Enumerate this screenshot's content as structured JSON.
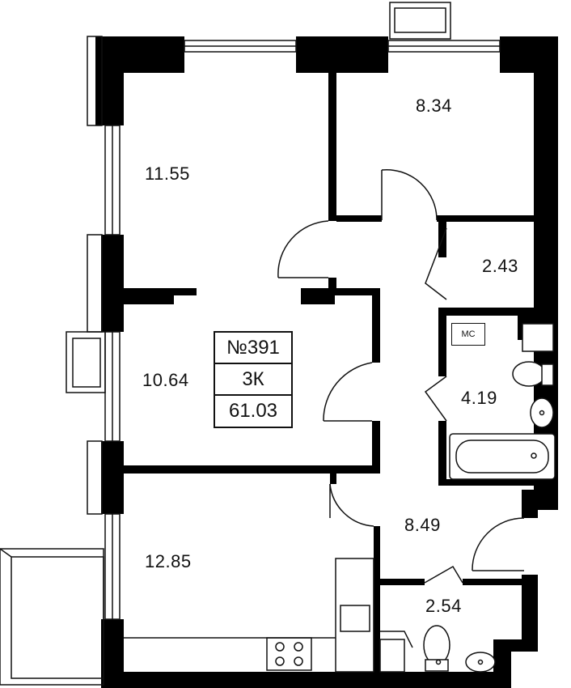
{
  "apartment": {
    "number": "№391",
    "type": "3К",
    "total_area": "61.03"
  },
  "rooms": {
    "bedroom_top_left": "11.55",
    "bedroom_top_right": "8.34",
    "storage": "2.43",
    "bedroom_middle": "10.64",
    "bathroom": "4.19",
    "kitchen_living": "12.85",
    "hallway": "8.49",
    "toilet": "2.54"
  },
  "labels": {
    "appliance_tag": "МС"
  },
  "colors": {
    "wall": "#000000",
    "line": "#111111",
    "background": "#ffffff"
  }
}
